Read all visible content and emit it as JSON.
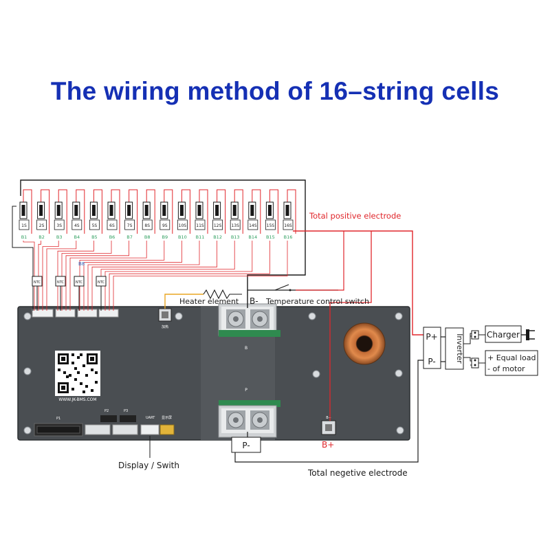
{
  "title": "The wiring method of 16–string cells",
  "cells": [
    {
      "s": "1S",
      "b": "B1"
    },
    {
      "s": "2S",
      "b": "B2"
    },
    {
      "s": "3S",
      "b": "B3"
    },
    {
      "s": "4S",
      "b": "B4"
    },
    {
      "s": "5S",
      "b": "B5"
    },
    {
      "s": "6S",
      "b": "B6"
    },
    {
      "s": "7S",
      "b": "B7"
    },
    {
      "s": "8S",
      "b": "B8"
    },
    {
      "s": "9S",
      "b": "B9"
    },
    {
      "s": "10S",
      "b": "B10"
    },
    {
      "s": "11S",
      "b": "B11"
    },
    {
      "s": "12S",
      "b": "B12"
    },
    {
      "s": "13S",
      "b": "B13"
    },
    {
      "s": "14S",
      "b": "B14"
    },
    {
      "s": "15S",
      "b": "B15"
    },
    {
      "s": "16S",
      "b": "B16"
    }
  ],
  "labels": {
    "total_positive": "Total positive electrode",
    "heater": "Heater element",
    "b_minus": "B-",
    "temp_switch": "Temperature control switch",
    "b_plus": "B+",
    "p_minus": "P-",
    "display_switch": "Display / Swith",
    "total_negative": "Total negetive electrode",
    "p_plus_box": "P+",
    "p_minus_box": "P-",
    "inverter": "Inverter",
    "charger": "Charger",
    "load_line1": "+ Equal load",
    "load_line2": "- of motor",
    "ntc": "NTC",
    "b8_tag": "B8"
  },
  "board": {
    "website": "WWW.JK-BMS.COM",
    "p1": "P1",
    "p2": "P2",
    "p3": "P3",
    "uart": "UART",
    "display_port": "显示屏",
    "pad_b": "B",
    "pad_p": "P",
    "heat_pad": "加热",
    "batt_pad": "B+"
  },
  "colors": {
    "title": "#1530b4",
    "wire_red": "#e0262b",
    "wire_black": "#1a1a1a",
    "board": "#4a4e52",
    "cell_green": "#2a9d5c",
    "heater_wire": "#e9a521",
    "b8_blue": "#2e6fc7"
  }
}
